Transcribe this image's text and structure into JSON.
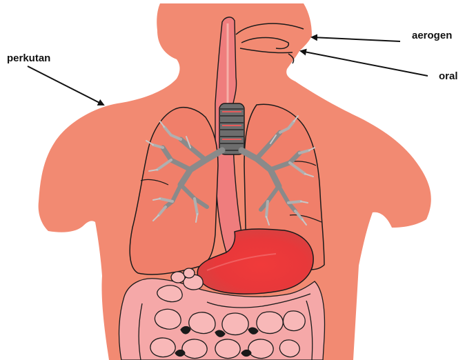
{
  "labels": {
    "perkutan": "perkutan",
    "aerogen": "aerogen",
    "oral": "oral"
  },
  "colors": {
    "skin": "#f28a72",
    "outline": "#1a1a1a",
    "trachea": "#6d6d6d",
    "bronchi": "#9a9a9a",
    "esophagus": "#ef7d7d",
    "stomach": "#e8383a",
    "intestine": "#f5a8a8",
    "arrow": "#111111"
  }
}
